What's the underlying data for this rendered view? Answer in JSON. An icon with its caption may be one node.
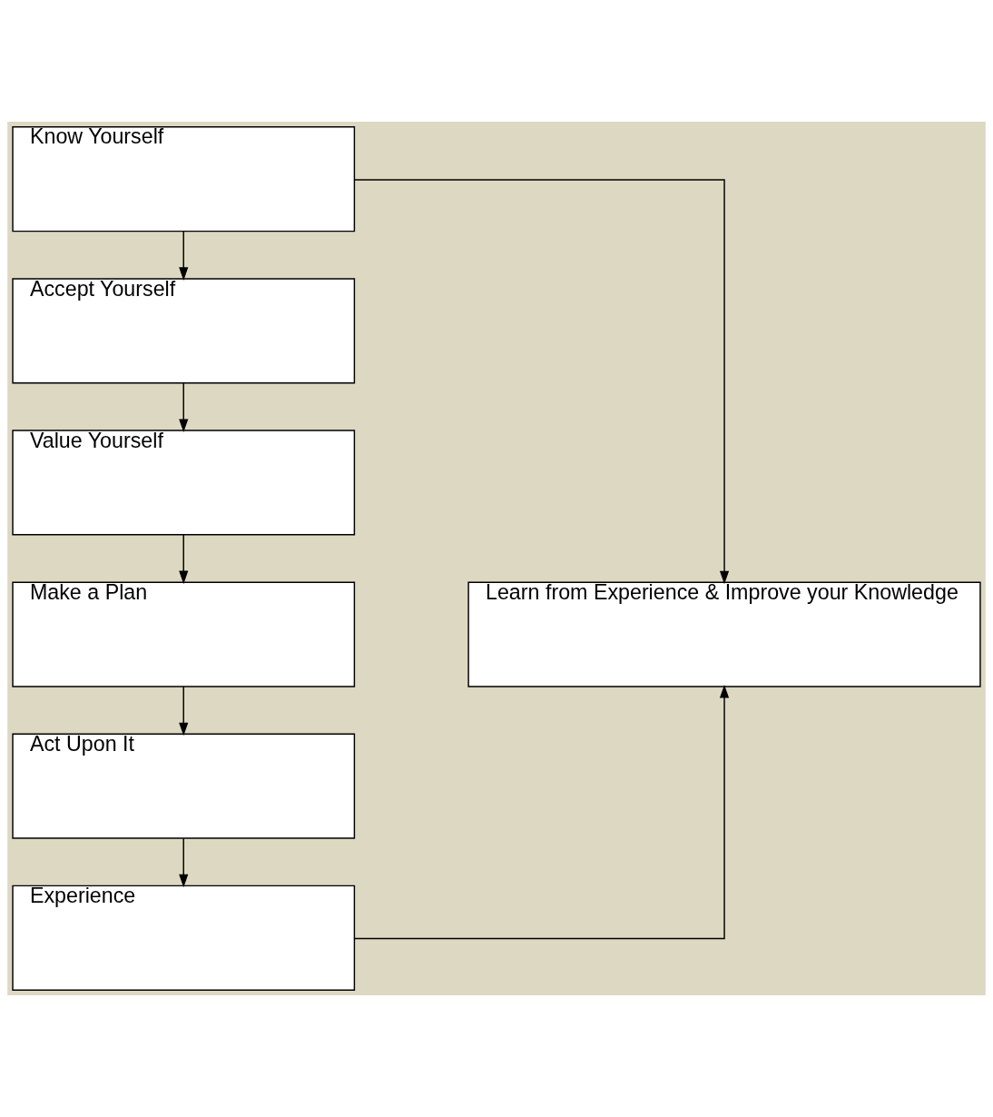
{
  "diagram": {
    "nodes": [
      {
        "text": [
          "Know Yourself"
        ]
      },
      {
        "text": [
          "Accept Yourself"
        ]
      },
      {
        "text": [
          "Value Yourself"
        ]
      },
      {
        "text": [
          "Make a Plan"
        ]
      },
      {
        "text": [
          "Act Upon It"
        ]
      },
      {
        "text": [
          "Experience"
        ]
      },
      {
        "text": [
          "Learn from Experience & Improve your Knowledge"
        ]
      }
    ],
    "edges": [
      {
        "from": 0,
        "to": 1,
        "arrow": "to"
      },
      {
        "from": 1,
        "to": 2,
        "arrow": "to"
      },
      {
        "from": 2,
        "to": 3,
        "arrow": "to"
      },
      {
        "from": 3,
        "to": 4,
        "arrow": "to"
      },
      {
        "from": 4,
        "to": 5,
        "arrow": "to"
      },
      {
        "from": 0,
        "to": 6,
        "arrow": "to"
      },
      {
        "from": 5,
        "to": 6,
        "arrow": "to"
      }
    ]
  }
}
